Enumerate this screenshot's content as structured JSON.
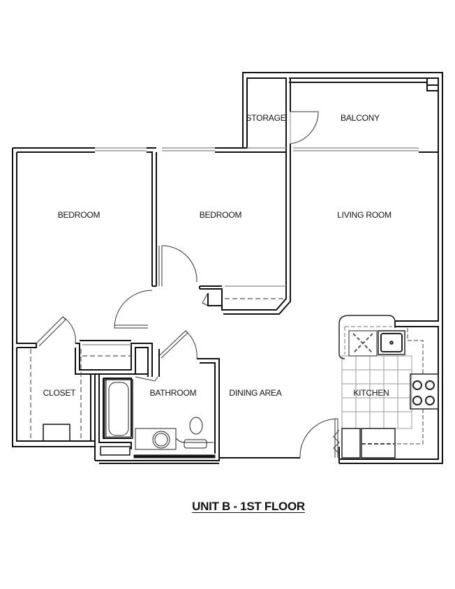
{
  "plan": {
    "title": "UNIT B - 1ST FLOOR",
    "rooms": {
      "storage": "STORAGE",
      "balcony": "BALCONY",
      "bedroom1": "BEDROOM",
      "bedroom2": "BEDROOM",
      "living_room": "LIVING ROOM",
      "closet": "CLOSET",
      "bathroom": "BATHROOM",
      "dining_area": "DINING AREA",
      "kitchen": "KITCHEN"
    },
    "colors": {
      "wall": "#111111",
      "fixture": "#222222",
      "window": "#9a9a9a",
      "background": "#ffffff"
    }
  }
}
